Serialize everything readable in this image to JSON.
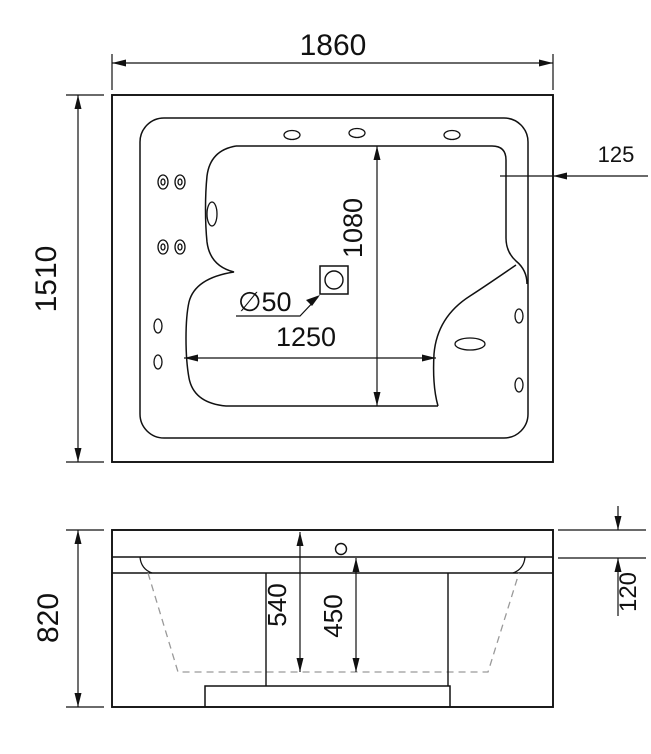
{
  "top_view": {
    "overall_width": "1860",
    "overall_depth": "1510",
    "rim_offset": "125",
    "basin_length": "1080",
    "basin_width": "1250",
    "drain_diameter": "∅50"
  },
  "front_view": {
    "overall_height": "820",
    "rim_band_height": "120",
    "outer_depth": "540",
    "inner_depth": "450"
  }
}
